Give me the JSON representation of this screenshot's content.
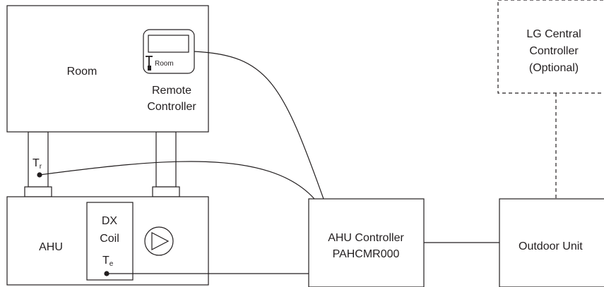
{
  "room": {
    "label": "Room"
  },
  "remote_controller": {
    "line1": "Remote",
    "line2": "Controller",
    "sensor_label": "Room"
  },
  "return_sensor": {
    "main": "T",
    "sub": "r"
  },
  "ahu": {
    "label": "AHU"
  },
  "dx_coil": {
    "line1": "DX",
    "line2": "Coil",
    "sensor_main": "T",
    "sensor_sub": "e"
  },
  "ahu_controller": {
    "line1": "AHU Controller",
    "line2": "PAHCMR000"
  },
  "outdoor_unit": {
    "label": "Outdoor Unit"
  },
  "central_controller": {
    "line1": "LG Central",
    "line2": "Controller",
    "line3": "(Optional)"
  }
}
